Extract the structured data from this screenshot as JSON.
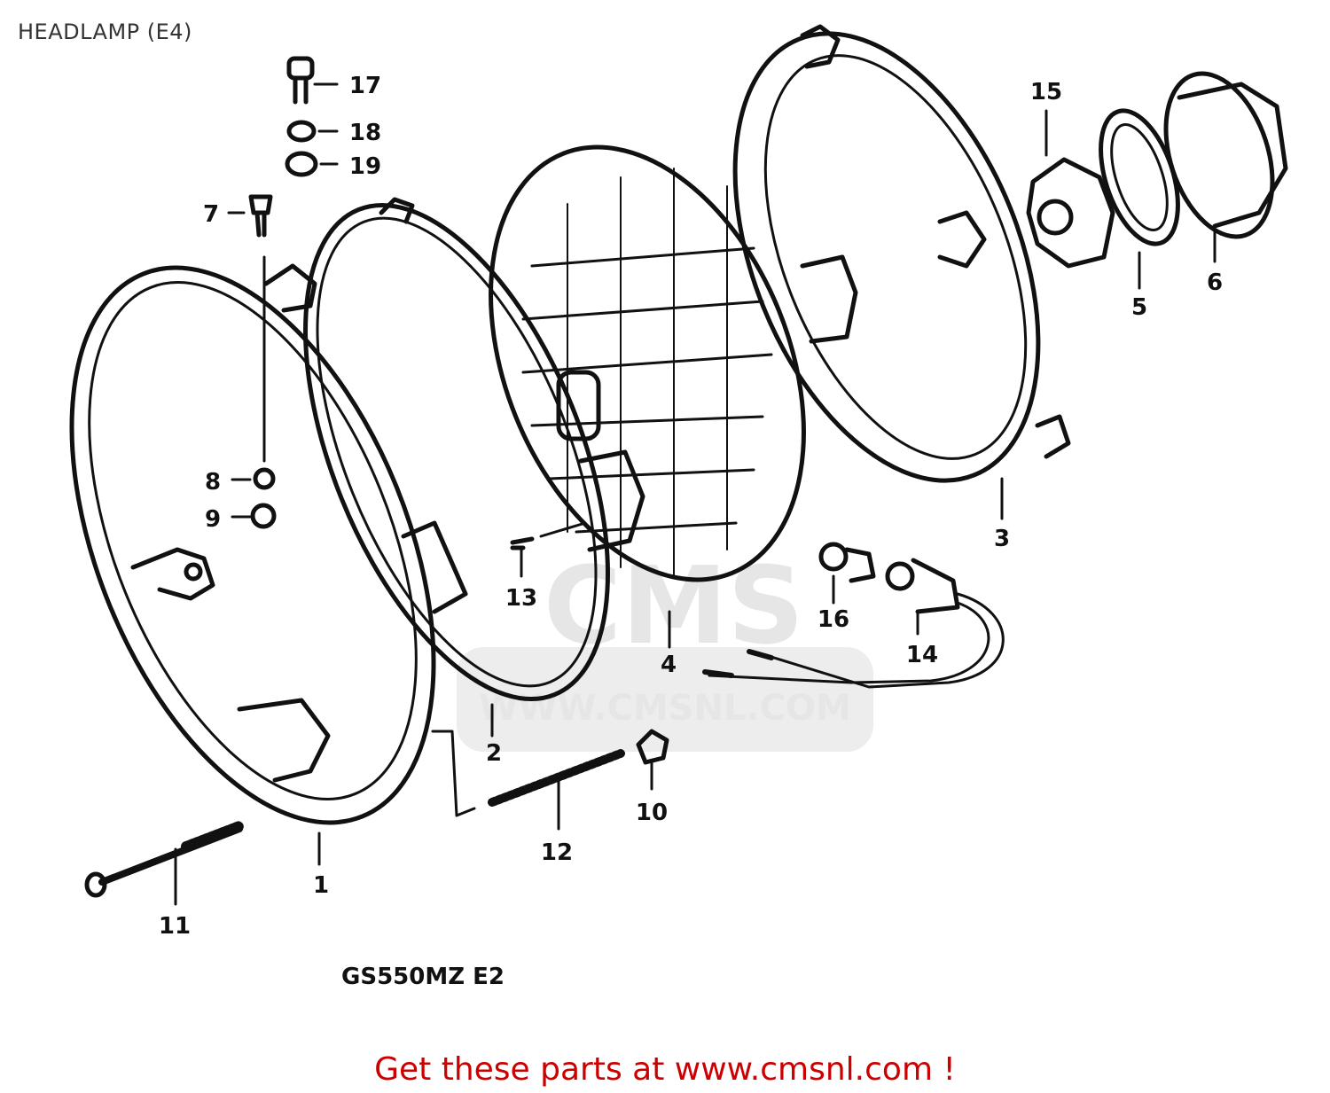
{
  "header": {
    "title": "HEADLAMP (E4)"
  },
  "diagram": {
    "watermark_text": "WWW.CMSNL.COM",
    "watermark_logo": "CMS",
    "model_code": "GS550MZ E2",
    "callouts": [
      "1",
      "2",
      "3",
      "4",
      "5",
      "6",
      "7",
      "8",
      "9",
      "10",
      "11",
      "12",
      "13",
      "14",
      "15",
      "16",
      "17",
      "18",
      "19"
    ]
  },
  "footer": {
    "text": "Get these parts at www.cmsnl.com !"
  },
  "colors": {
    "line": "#111111",
    "footer": "#cc0000",
    "watermark": "#e6e6e6"
  }
}
